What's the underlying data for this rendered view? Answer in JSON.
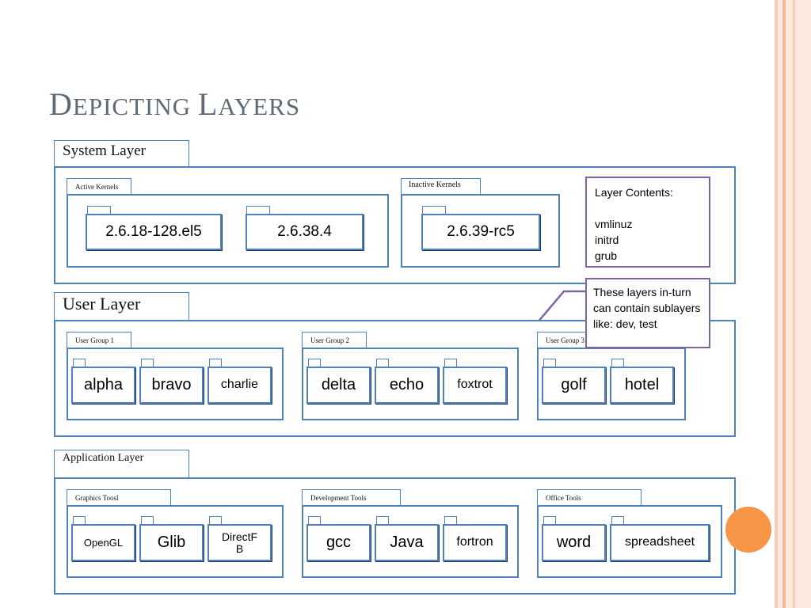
{
  "slide": {
    "title_parts": [
      "D",
      "EPICTING ",
      "L",
      "AYERS"
    ]
  },
  "layers": [
    {
      "name": "System Layer",
      "groups": [
        {
          "name": "Active Kernels",
          "items": [
            "2.6.18-128.el5",
            "2.6.38.4"
          ]
        },
        {
          "name": "Inactive Kernels",
          "items": [
            "2.6.39-rc5"
          ]
        }
      ]
    },
    {
      "name": "User Layer",
      "groups": [
        {
          "name": "User Group 1",
          "items": [
            "alpha",
            "bravo",
            "charlie"
          ]
        },
        {
          "name": "User Group 2",
          "items": [
            "delta",
            "echo",
            "foxtrot"
          ]
        },
        {
          "name": "User Group 3",
          "items": [
            "golf",
            "hotel"
          ]
        }
      ]
    },
    {
      "name": "Application Layer",
      "groups": [
        {
          "name": "Graphics Toosl",
          "items": [
            "OpenGL",
            "Glib",
            "DirectFB"
          ]
        },
        {
          "name": "Development Tools",
          "items": [
            "gcc",
            "Java",
            "fortron"
          ]
        },
        {
          "name": "Office Tools",
          "items": [
            "word",
            "spreadsheet"
          ]
        }
      ]
    }
  ],
  "callouts": {
    "contents": "Layer Contents:\n\nvmlinuz\ninitrd\ngrub",
    "sublayers": "These layers in-turn can contain sublayers like: dev, test"
  },
  "colors": {
    "box_border": "#4f81bd",
    "callout_border": "#8064a2",
    "accent_orange": "#f79646",
    "stripe_light": "#fde9e0",
    "stripe_mid": "#f8c9b3"
  }
}
